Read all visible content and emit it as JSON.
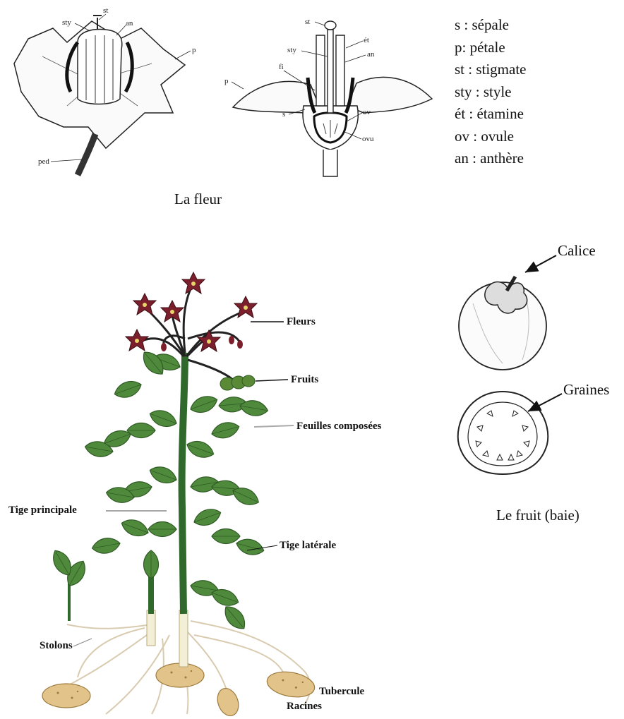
{
  "flower": {
    "caption": "La fleur",
    "left_labels": {
      "st": "st",
      "sty": "sty",
      "an": "an",
      "p": "p",
      "ped": "ped"
    },
    "right_labels": {
      "st": "st",
      "sty": "sty",
      "et": "ét",
      "an": "an",
      "fi": "fi",
      "p": "p",
      "s": "s",
      "ov": "ov",
      "ovu": "ovu"
    },
    "legend": [
      "s : sépale",
      "p: pétale",
      "st : stigmate",
      "sty : style",
      "ét : étamine",
      "ov : ovule",
      "an : anthère"
    ]
  },
  "plant": {
    "labels": {
      "fleurs": "Fleurs",
      "fruits": "Fruits",
      "feuilles": "Feuilles composées",
      "tige_principale": "Tige principale",
      "tige_laterale": "Tige latérale",
      "stolons": "Stolons",
      "tubercule": "Tubercule",
      "racines": "Racines"
    },
    "colors": {
      "leaf": "#4f8a3c",
      "leaf_dark": "#2f5a24",
      "stem": "#2f6a2c",
      "flower": "#7a1f2b",
      "tuber": "#e2c48a",
      "root": "#d9cbb0"
    }
  },
  "fruit": {
    "caption": "Le fruit (baie)",
    "labels": {
      "calice": "Calice",
      "graines": "Graines"
    }
  }
}
